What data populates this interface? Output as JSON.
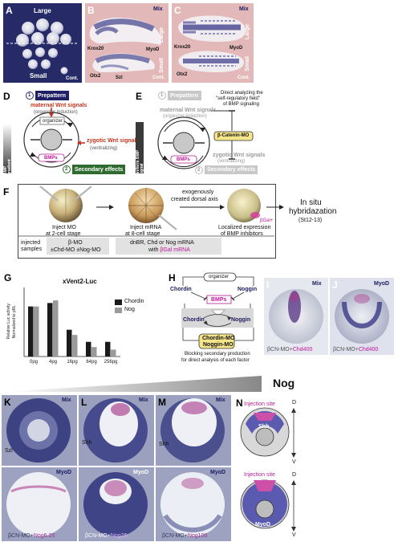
{
  "panels": {
    "A": {
      "letter": "A",
      "large": "Large",
      "small": "Small",
      "cont": "Cont."
    },
    "B": {
      "letter": "B",
      "mix": "Mix",
      "large": "Large",
      "small": "Small",
      "krox20": "Krox20",
      "myod": "MyoD",
      "otx2": "Otx2",
      "szl": "Szl",
      "cont": "Cont."
    },
    "C": {
      "letter": "C",
      "mix": "Mix",
      "large": "Large",
      "small": "Small",
      "krox20": "Krox20",
      "myod": "MyoD",
      "otx2": "Otx2",
      "cont": "Cont."
    },
    "D": {
      "letter": "D",
      "num1": "1",
      "prepattern": "Prepattern",
      "maternal_pre": "maternal",
      "maternal_wnt": "Wnt",
      "maternal_post": " signals",
      "organizer_induction": "(organizer induction)",
      "organizer": "organizer",
      "zygotic_pre": "zygotic",
      "zygotic_wnt": "Wnt",
      "zygotic_post": " signals",
      "ventralizing": "(ventralizing)",
      "bmps": "BMPs",
      "num2": "2",
      "secondary": "Secondary effects",
      "gradient": "BMP gradient"
    },
    "E": {
      "letter": "E",
      "num1": "1",
      "prepattern": "Prepattern",
      "note1": "Direct analyzing the",
      "note2": "\"self-regulatory field\"",
      "note3": "of BMP signaling",
      "maternal": "maternal Wnt signals",
      "organizer_induction": "(organizer induction)",
      "bcat": "β-Catenin-MO",
      "zygotic": "zygotic Wnt signals",
      "ventralizing": "(ventralizing)",
      "bmps": "BMPs",
      "num2": "2",
      "secondary": "Secondary effects",
      "uniform": "uniform BMP signal"
    },
    "F": {
      "letter": "F",
      "inject1a": "Inject MO",
      "inject1b": "at 2-cell stage",
      "exo1": "exogenously",
      "exo2": "created dorsal axis",
      "inject2a": "Inject mRNA",
      "inject2b": "at 8-cell stage",
      "local1": "Localized expression",
      "local2": "of BMP inhibitors",
      "bgal": "βGal+",
      "insitu1": "In situ",
      "insitu2": "hybridazation",
      "insitu3": "(St12-13)",
      "samples1": "injected",
      "samples2": "samples",
      "s1a": "β-MO",
      "s1b": "±Chd-MO ±Nog-MO",
      "s2a": "dnBR, Chd or Nog mRNA",
      "s2b_pre": "with ",
      "s2b_gal": "βGal mRNA"
    },
    "G": {
      "letter": "G",
      "title": "xVent2-Luc",
      "ylabel1": "Relative Luc activity",
      "ylabel2": "Normalized to pRL",
      "legend_chordin": "Chordin",
      "legend_nog": "Nog"
    },
    "H": {
      "letter": "H",
      "organizer": "organizer",
      "chordin1": "Chordin",
      "noggin1": "Noggin",
      "bmps": "BMPs",
      "chordin2": "Chordin",
      "noggin2": "Noggin",
      "mo1": "Chordin-MO",
      "mo2": "Noggin-MO",
      "caption1": "Blocking secondary production",
      "caption2": "for direct analysis of each factor"
    },
    "I": {
      "letter": "I",
      "tag": "Mix",
      "cap_pre": "βCN-MO+",
      "cap_hl": "Chd400"
    },
    "J": {
      "letter": "J",
      "tag": "MyoD",
      "cap_pre": "βCN-MO+",
      "cap_hl": "Chd400"
    },
    "nog_header": "Nog",
    "K": {
      "letter": "K",
      "tag_top": "Mix",
      "tag_bot": "MyoD",
      "szl": "Szl",
      "cap_pre": "βCN-MO+",
      "cap_hl": "Nog6.25"
    },
    "L": {
      "letter": "L",
      "tag_top": "Mix",
      "tag_bot": "MyoD",
      "shh": "Shh",
      "cap_pre": "βCN-MO+",
      "cap_hl": "Nog25"
    },
    "M": {
      "letter": "M",
      "tag_top": "Mix",
      "tag_bot": "MyoD",
      "shh": "Shh",
      "cap_pre": "βCN-MO+",
      "cap_hl": "Nog100"
    },
    "N": {
      "letter": "N",
      "injection_top": "Injection site",
      "shh": "Shh",
      "d_top": "D",
      "v_top": "V",
      "injection_bot": "Injection site",
      "myod": "MyoD",
      "d_bot": "D",
      "v_bot": "V"
    }
  },
  "chart_data": {
    "type": "bar",
    "title": "xVent2-Luc",
    "categories": [
      "0pg",
      "4pg",
      "16pg",
      "64pg",
      "256pg"
    ],
    "ylabel": "Relative Luc activity Normalized to pRL",
    "ylim": [
      0,
      80
    ],
    "series": [
      {
        "name": "Chordin",
        "color": "#1a1a1a",
        "values": [
          58,
          62,
          31,
          17,
          17
        ]
      },
      {
        "name": "Nog",
        "color": "#9a9a9a",
        "values": [
          58,
          65,
          25,
          11,
          8
        ]
      }
    ],
    "legend": "right"
  },
  "colors": {
    "navy": "#1f1f55",
    "pink_bg": "#e7bcbc",
    "stain": "#3a3a8a",
    "magenta": "#b21d8e",
    "panel_blue": "#2a2a5e"
  }
}
